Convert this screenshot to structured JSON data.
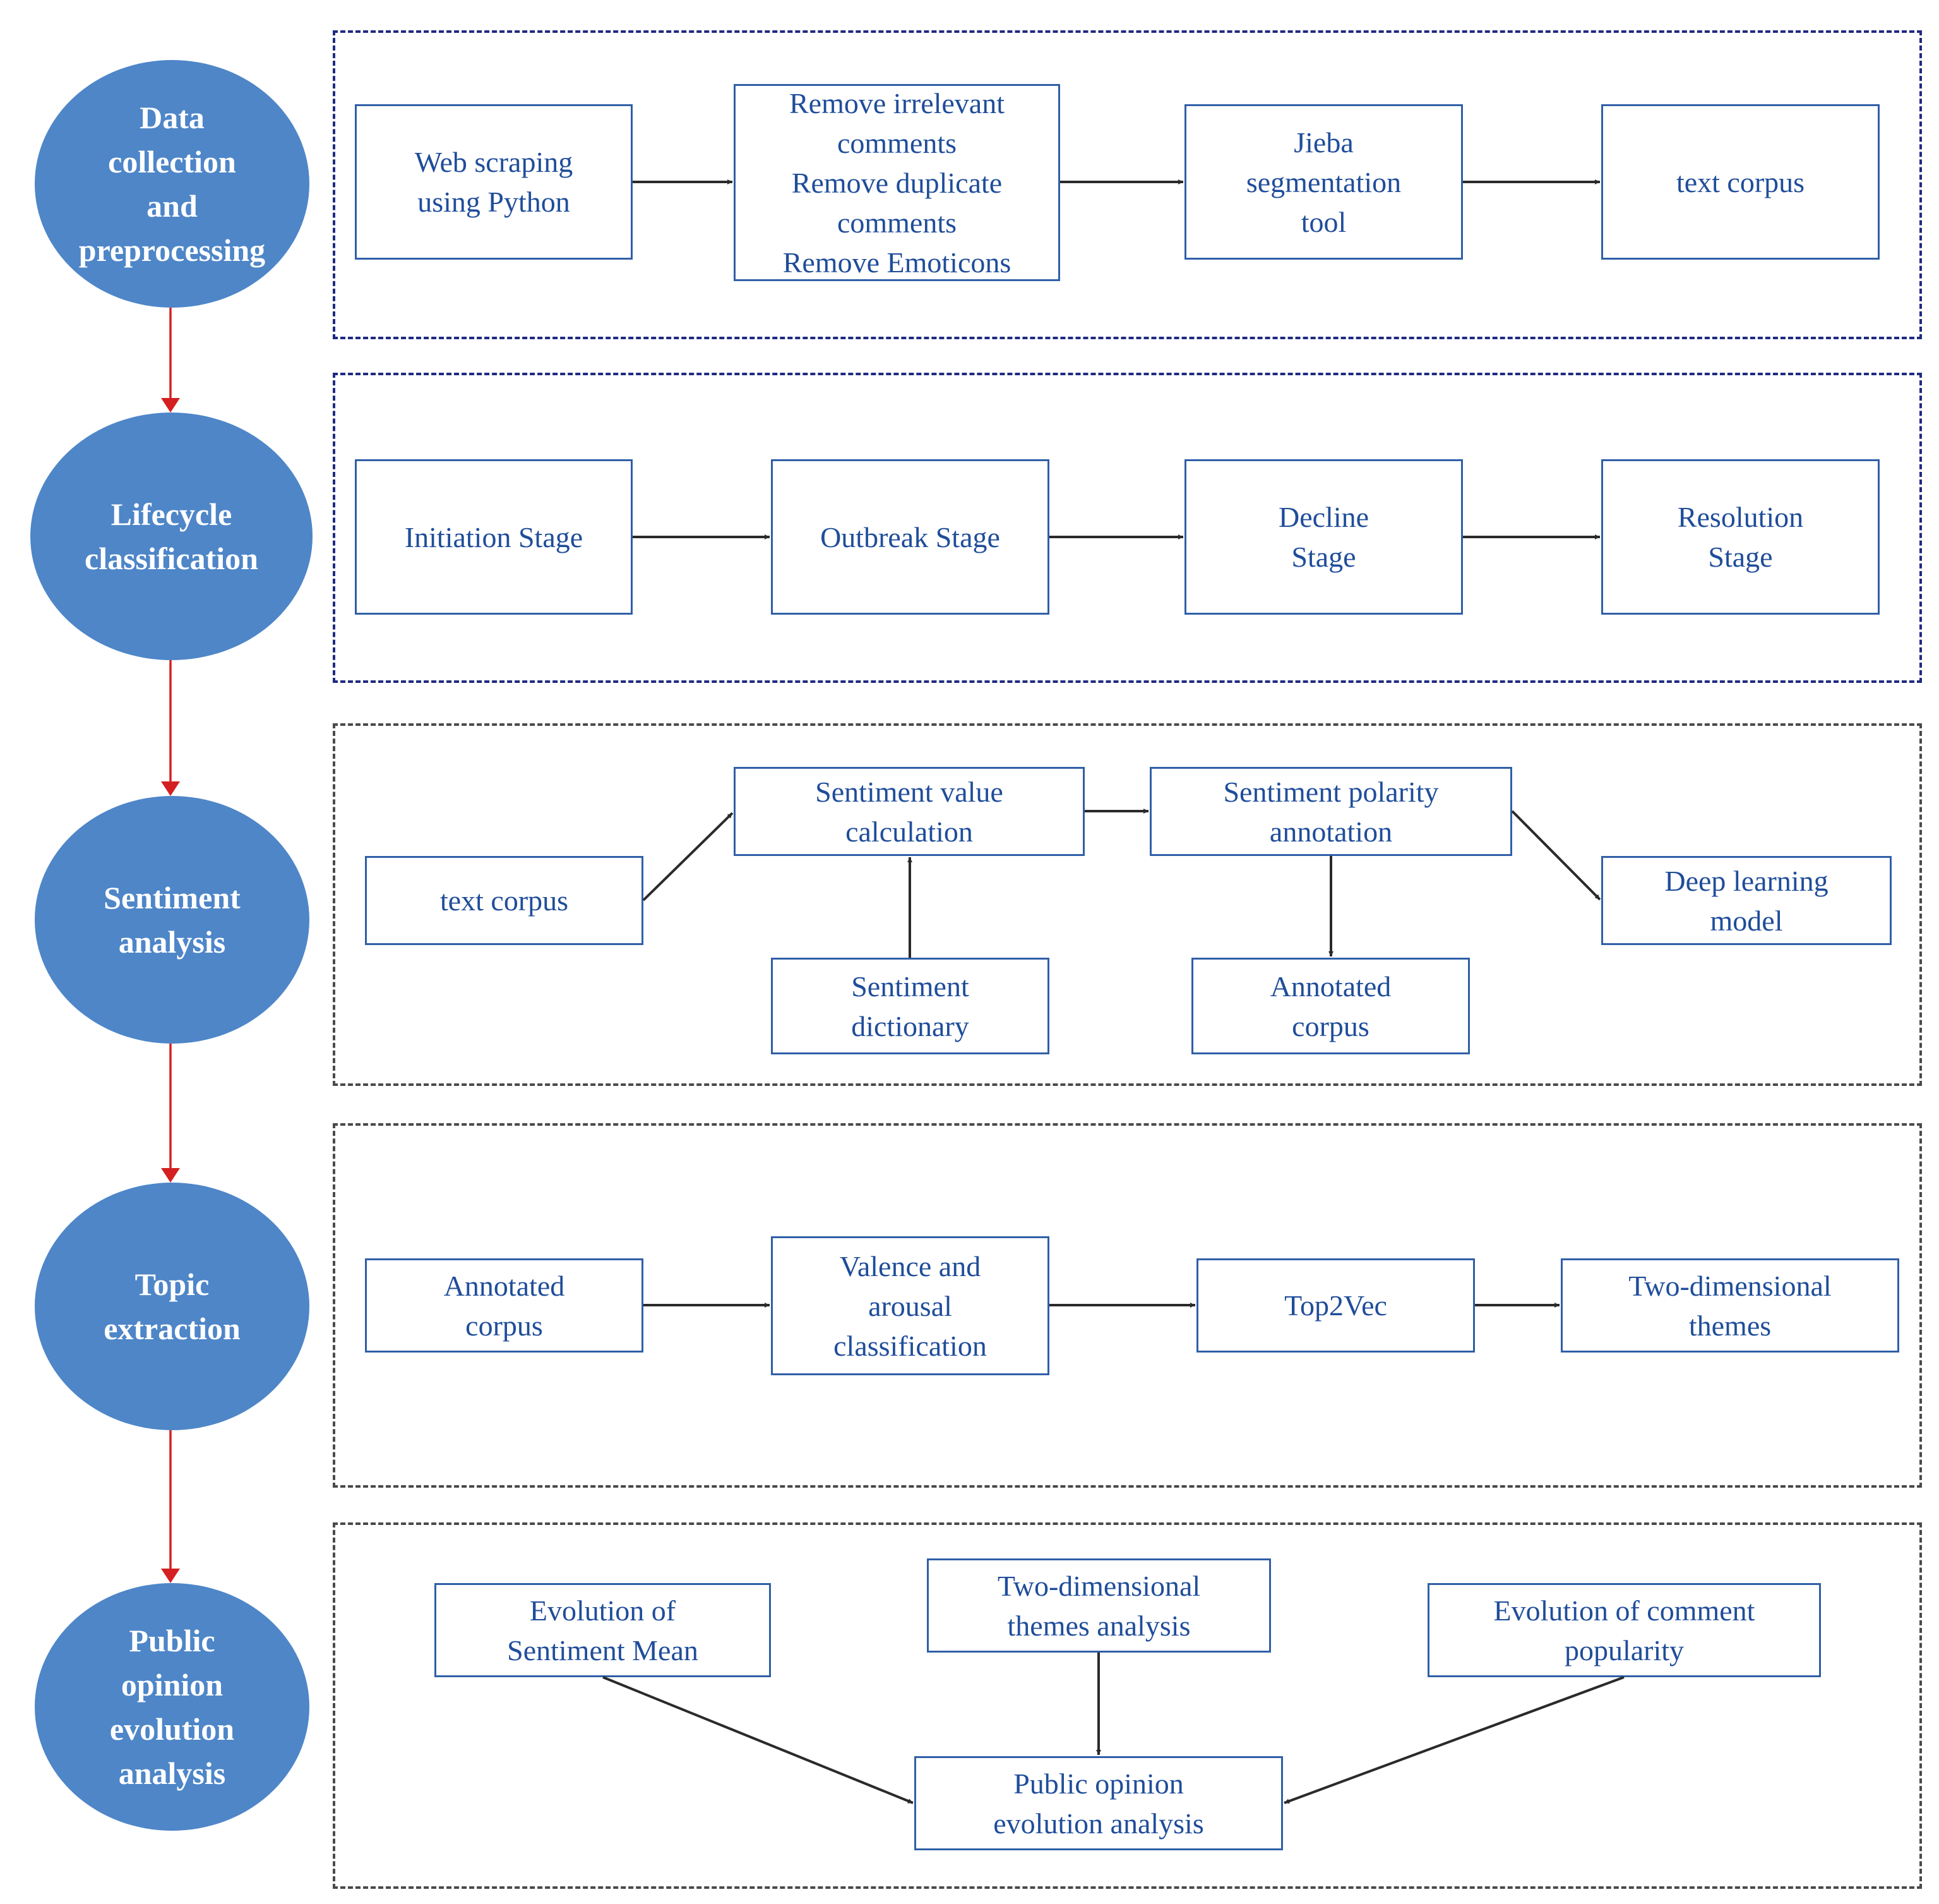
{
  "stages": [
    {
      "id": "s1",
      "label": "Data\ncollection\nand\npreprocessing"
    },
    {
      "id": "s2",
      "label": "Lifecycle\nclassification"
    },
    {
      "id": "s3",
      "label": "Sentiment\nanalysis"
    },
    {
      "id": "s4",
      "label": "Topic\nextraction"
    },
    {
      "id": "s5",
      "label": "Public\nopinion\nevolution\nanalysis"
    }
  ],
  "boxes": {
    "web_scraping": "Web scraping\nusing Python",
    "remove_steps": "Remove irrelevant\ncomments\nRemove duplicate\ncomments\nRemove Emoticons",
    "jieba": "Jieba\nsegmentation\ntool",
    "text_corpus_1": "text corpus",
    "initiation": "Initiation Stage",
    "outbreak": "Outbreak Stage",
    "decline": "Decline\nStage",
    "resolution": "Resolution\nStage",
    "text_corpus_2": "text corpus",
    "sentiment_value": "Sentiment value\ncalculation",
    "sentiment_polarity": "Sentiment polarity\nannotation",
    "deep_learning": "Deep learning\nmodel",
    "sentiment_dictionary": "Sentiment\ndictionary",
    "annotated_corpus_1": "Annotated\ncorpus",
    "annotated_corpus_2": "Annotated\ncorpus",
    "valence_arousal": "Valence and\narousal\nclassification",
    "top2vec": "Top2Vec",
    "two_dim_themes": "Two-dimensional\nthemes",
    "evolution_sentiment_mean": "Evolution of\nSentiment Mean",
    "two_dim_themes_analysis": "Two-dimensional\nthemes analysis",
    "evolution_comment_popularity": "Evolution of comment\npopularity",
    "public_opinion_analysis": "Public opinion\nevolution analysis"
  },
  "colors": {
    "stage_fill": "#4e86c8",
    "box_border": "#2f5fa7",
    "box_text": "#1f4d9a",
    "panel_blue": "#1f2a80",
    "panel_gray": "#4a4a4a",
    "arrow_red": "#d42020",
    "arrow_dark": "#2a2a2a"
  }
}
